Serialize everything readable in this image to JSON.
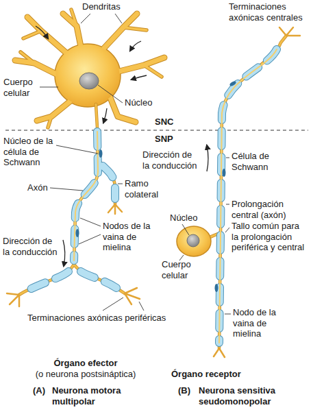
{
  "diagram": {
    "labels": [
      "Dendritas",
      "Terminaciones axónicas centrales",
      "Cuerpo celular",
      "Núcleo",
      "SNC",
      "SNP",
      "Núcleo de la célula de Schwann",
      "Dirección de la conducción",
      "Célula de Schwann",
      "Axón",
      "Ramo colateral",
      "Prolongación central (axón)",
      "Núcleo",
      "Nodos de la vaina de mielina",
      "Tallo común para la prolongación periférica y central",
      "Dirección de la conducción",
      "Cuerpo celular",
      "Nodo de la vaina de mielina",
      "Terminaciones axónicas periféricas",
      "Órgano efector",
      "(o neurona postsináptica)",
      "Órgano receptor",
      "(A)",
      "Neurona motora multipolar",
      "(B)",
      "Neurona sensitiva seudomonopolar"
    ]
  }
}
